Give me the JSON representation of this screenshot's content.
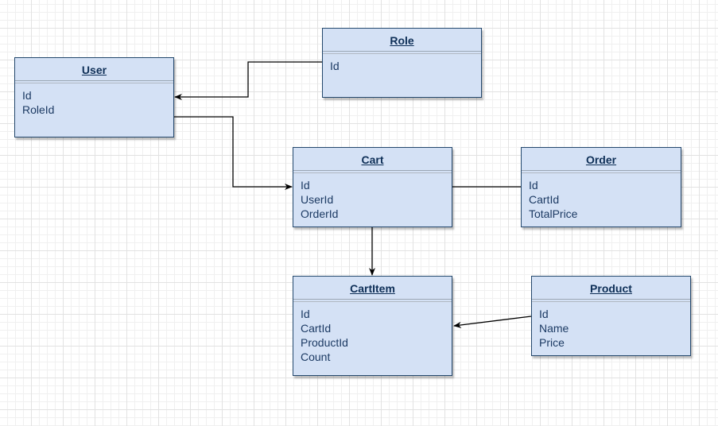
{
  "entities": {
    "user": {
      "title": "User",
      "fields": [
        "Id",
        "RoleId"
      ]
    },
    "role": {
      "title": "Role",
      "fields": [
        "Id"
      ]
    },
    "cart": {
      "title": "Cart",
      "fields": [
        "Id",
        "UserId",
        "OrderId"
      ]
    },
    "order": {
      "title": "Order",
      "fields": [
        "Id",
        "CartId",
        "TotalPrice"
      ]
    },
    "cartitem": {
      "title": "CartItem",
      "fields": [
        "Id",
        "CartId",
        "ProductId",
        "Count"
      ]
    },
    "product": {
      "title": "Product",
      "fields": [
        "Id",
        "Name",
        "Price"
      ]
    }
  },
  "colors": {
    "entity_fill": "#d4e1f5",
    "entity_border": "#23476c",
    "title_text": "#0e2f57",
    "field_text": "#1c3a63",
    "connector": "#000000"
  }
}
